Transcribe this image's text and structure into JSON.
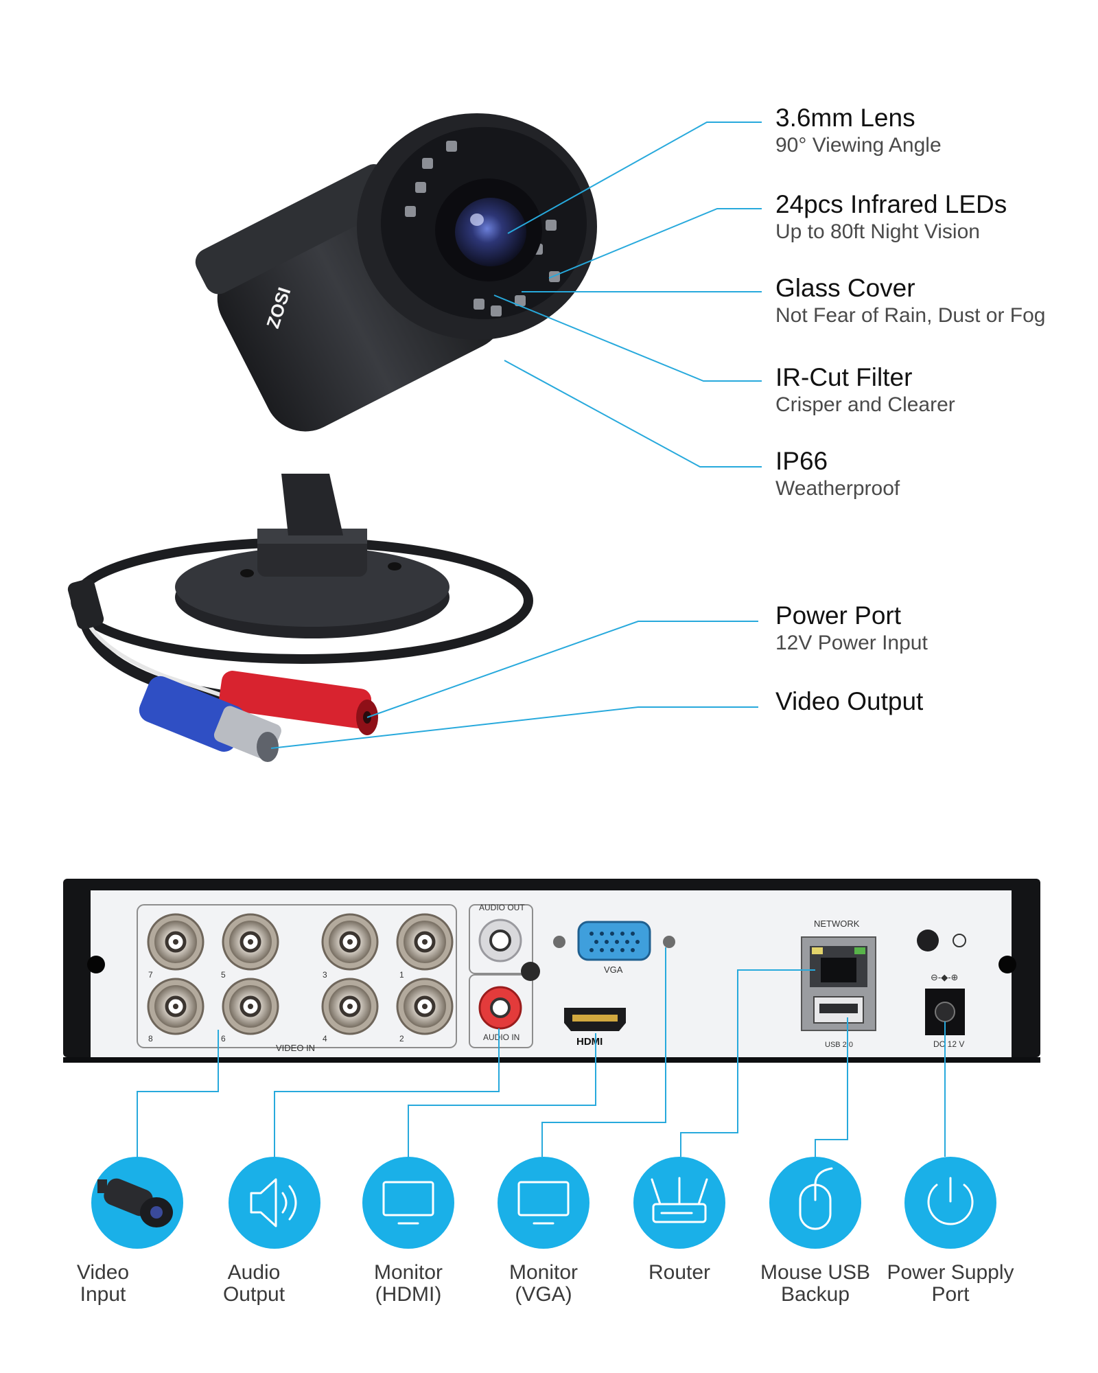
{
  "brand": "ZOSI",
  "colors": {
    "accent": "#1ab0e8",
    "leader_line": "#27a9dc",
    "camera_body": "#2b2d31",
    "dvr_panel": "#f2f3f5",
    "connector_red": "#d8232f",
    "connector_blue": "#2f4fc4"
  },
  "camera_features": [
    {
      "title": "3.6mm Lens",
      "subtitle": "90° Viewing Angle"
    },
    {
      "title": "24pcs Infrared LEDs",
      "subtitle": "Up to 80ft Night Vision"
    },
    {
      "title": "Glass Cover",
      "subtitle": "Not Fear of Rain, Dust or Fog"
    },
    {
      "title": "IR-Cut Filter",
      "subtitle": "Crisper and Clearer"
    },
    {
      "title": "IP66",
      "subtitle": "Weatherproof"
    },
    {
      "title": "Power Port",
      "subtitle": "12V Power Input"
    },
    {
      "title": "Video Output",
      "subtitle": ""
    }
  ],
  "dvr_panel": {
    "audio_out": "AUDIO OUT",
    "audio_in": "AUDIO IN",
    "video_in": "VIDEO IN",
    "vga": "VGA",
    "hdmi": "HDMI",
    "network": "NETWORK",
    "usb": "USB 2.0",
    "dc": "DC 12 V",
    "channel_numbers": [
      "7",
      "5",
      "3",
      "1",
      "8",
      "6",
      "4",
      "2"
    ]
  },
  "ports": [
    {
      "label_line1": "Video",
      "label_line2": "Input",
      "icon": "camera-icon"
    },
    {
      "label_line1": "Audio",
      "label_line2": "Output",
      "icon": "speaker-icon"
    },
    {
      "label_line1": "Monitor",
      "label_line2": "(HDMI)",
      "icon": "monitor-icon"
    },
    {
      "label_line1": "Monitor",
      "label_line2": "(VGA)",
      "icon": "monitor-icon"
    },
    {
      "label_line1": "Router",
      "label_line2": "",
      "icon": "router-icon"
    },
    {
      "label_line1": "Mouse USB",
      "label_line2": "Backup",
      "icon": "mouse-icon"
    },
    {
      "label_line1": "Power Supply",
      "label_line2": "Port",
      "icon": "power-icon"
    }
  ]
}
